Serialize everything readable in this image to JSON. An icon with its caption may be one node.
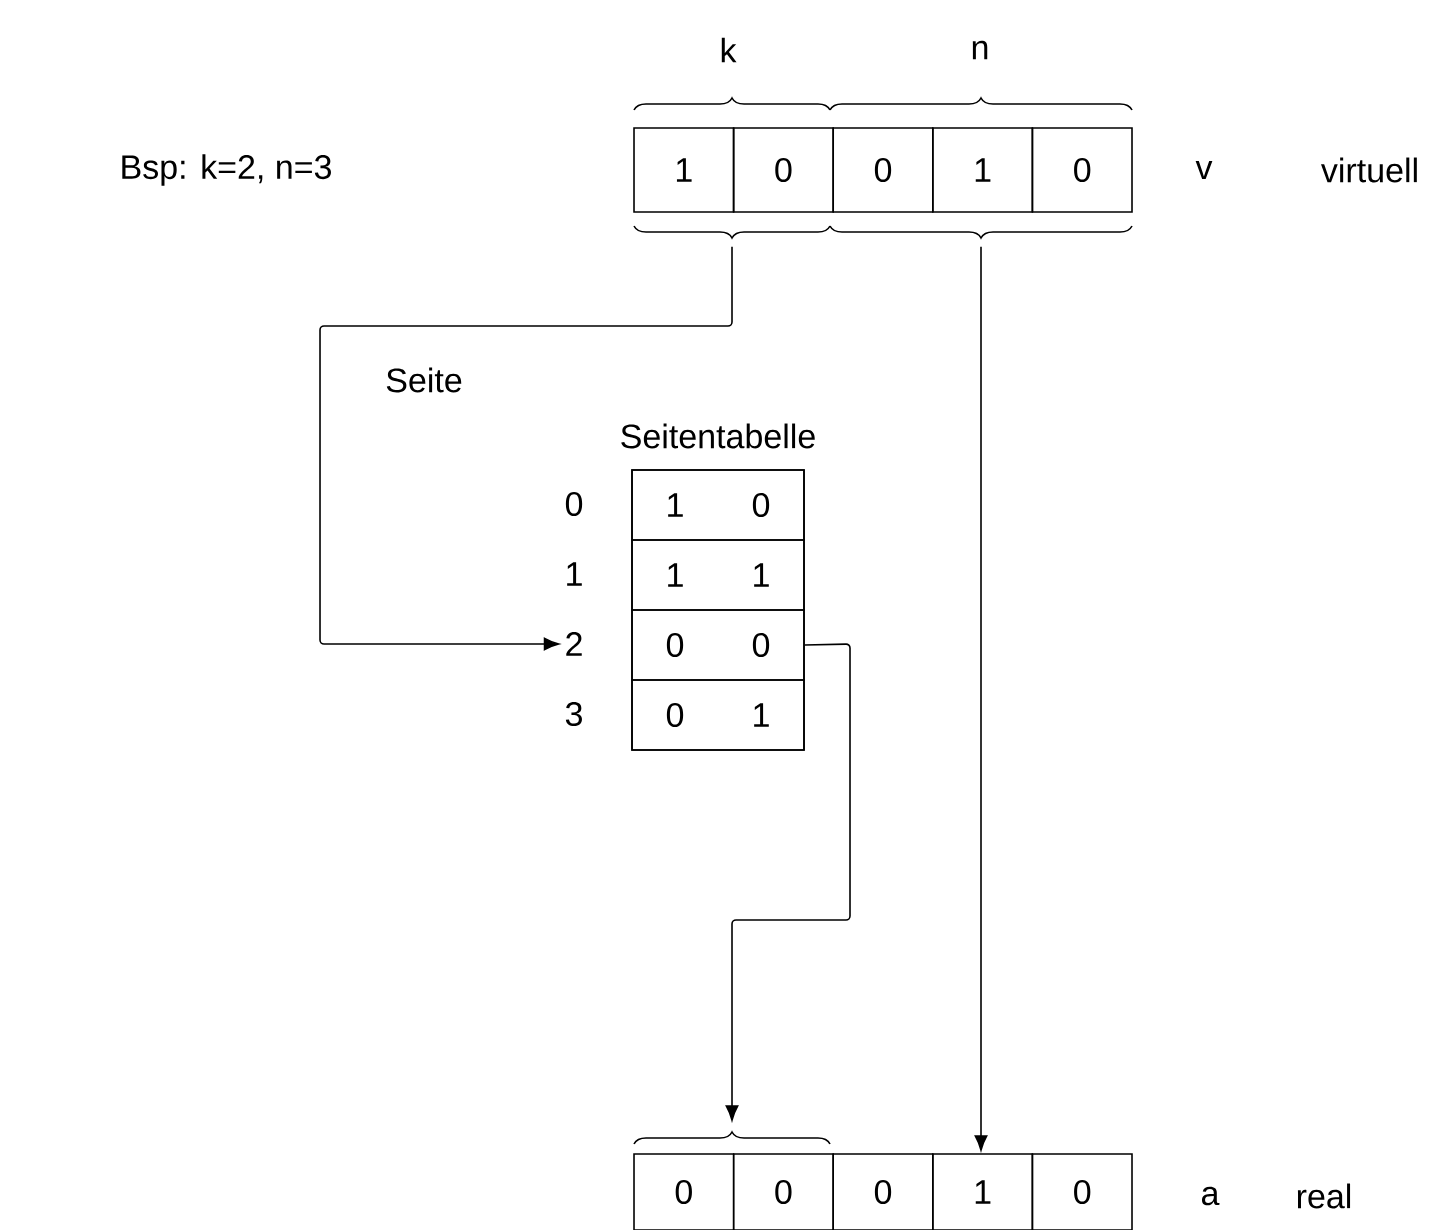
{
  "diagram": {
    "nodes": [
      {
        "text": [
          "1"
        ]
      },
      {
        "text": [
          "0"
        ]
      },
      {
        "text": [
          "0"
        ]
      },
      {
        "text": [
          "1"
        ]
      },
      {
        "text": [
          "0"
        ]
      },
      {
        "text": [],
        "shape": "brace"
      },
      {
        "text": [],
        "shape": "brace"
      },
      {
        "text": [
          "Seitentabelle"
        ]
      },
      {
        "text": [
          "0"
        ]
      },
      {
        "text": [
          "1",
          "0"
        ],
        "in": 7
      },
      {
        "text": [
          "1"
        ]
      },
      {
        "text": [
          "1",
          "1"
        ],
        "in": 7
      },
      {
        "text": [
          "2"
        ]
      },
      {
        "text": [
          "0",
          "0"
        ],
        "in": 7
      },
      {
        "text": [
          "3"
        ]
      },
      {
        "text": [
          "0",
          "1"
        ],
        "in": 7
      },
      {
        "text": [],
        "shape": "brace"
      },
      {
        "text": [
          "0"
        ]
      },
      {
        "text": [
          "0"
        ]
      },
      {
        "text": [
          "0"
        ]
      },
      {
        "text": [
          "1"
        ]
      },
      {
        "text": [
          "0"
        ]
      }
    ],
    "edges": [
      {
        "from": 5,
        "to": 12,
        "arrow": "to",
        "label": "Seite"
      },
      {
        "from": 13,
        "to": 16,
        "arrow": "to"
      },
      {
        "from": 6,
        "to": 20,
        "arrow": "to"
      }
    ],
    "labels": [
      "k",
      "n",
      "Bsp: k=2, n=3",
      "v",
      "virtuell",
      "a",
      "real"
    ]
  }
}
